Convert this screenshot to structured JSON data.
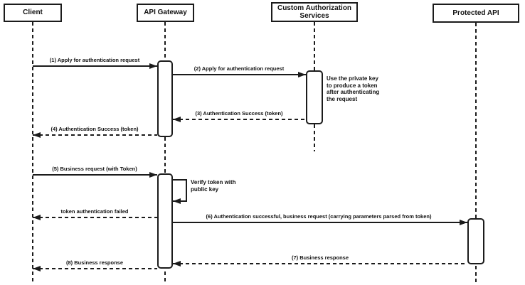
{
  "participants": [
    {
      "label": "Client"
    },
    {
      "label": "API Gateway"
    },
    {
      "label": "Custom Authorization Services"
    },
    {
      "label": "Protected API"
    }
  ],
  "messages": [
    {
      "label": "(1) Apply for authentication request",
      "style": "solid",
      "from": "Client",
      "to": "API Gateway"
    },
    {
      "label": "(2) Apply for authentication request",
      "style": "solid",
      "from": "API Gateway",
      "to": "Custom Authorization Services"
    },
    {
      "label": "(3) Authentication Success (token)",
      "style": "dashed",
      "from": "Custom Authorization Services",
      "to": "API Gateway"
    },
    {
      "label": "(4) Authentication Success (token)",
      "style": "dashed",
      "from": "API Gateway",
      "to": "Client"
    },
    {
      "label": "(5) Business request (with Token)",
      "style": "solid",
      "from": "Client",
      "to": "API Gateway"
    },
    {
      "label": "Verify token with public key",
      "style": "self",
      "from": "API Gateway",
      "to": "API Gateway"
    },
    {
      "label": "token authentication failed",
      "style": "dashed",
      "from": "API Gateway",
      "to": "Client"
    },
    {
      "label": "(6) Authentication successful, business request (carrying parameters parsed from token)",
      "style": "solid",
      "from": "API Gateway",
      "to": "Protected API"
    },
    {
      "label": "(7) Business response",
      "style": "dashed",
      "from": "Protected API",
      "to": "API Gateway"
    },
    {
      "label": "(8) Business response",
      "style": "dashed",
      "from": "API Gateway",
      "to": "Client"
    }
  ],
  "note": {
    "text": "Use the private key to produce a token after authenticating the request"
  },
  "colors": {
    "stroke": "#1b1b1b",
    "background": "#ffffff"
  }
}
